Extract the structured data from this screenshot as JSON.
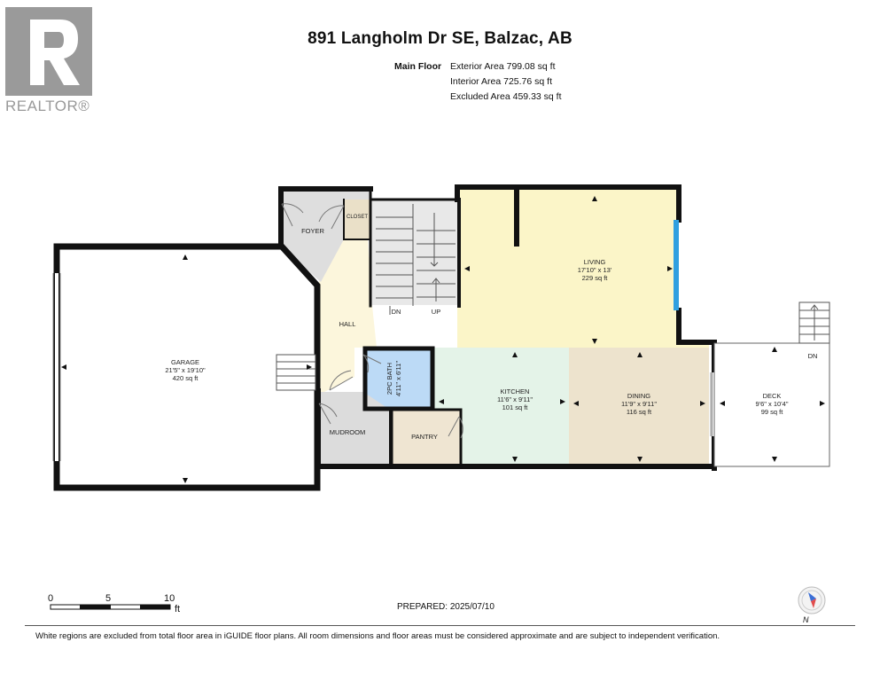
{
  "logo": {
    "wordmark": "REALTOR®",
    "icon": "realtor-r-logo"
  },
  "header": {
    "title": "891 Langholm Dr SE, Balzac, AB"
  },
  "areas": {
    "floor_label": "Main Floor",
    "exterior": "Exterior Area 799.08 sq ft",
    "interior": "Interior Area 725.76 sq ft",
    "excluded": "Excluded Area 459.33 sq ft"
  },
  "rooms": {
    "garage": {
      "name": "GARAGE",
      "dims": "21'5\" x 19'10\"",
      "area": "420 sq ft"
    },
    "living": {
      "name": "LIVING",
      "dims": "17'10\" x 13'",
      "area": "229 sq ft"
    },
    "kitchen": {
      "name": "KITCHEN",
      "dims": "11'6\" x 9'11\"",
      "area": "101 sq ft"
    },
    "dining": {
      "name": "DINING",
      "dims": "11'9\" x 9'11\"",
      "area": "116 sq ft"
    },
    "deck": {
      "name": "DECK",
      "dims": "9'6\" x 10'4\"",
      "area": "99 sq ft"
    },
    "bath": {
      "name": "2PC BATH",
      "dims": "4'11\" x 6'11\""
    },
    "foyer": "FOYER",
    "closet": "CLOSET",
    "hall": "HALL",
    "mudroom": "MUDROOM",
    "pantry": "PANTRY"
  },
  "stairs": {
    "down": "DN",
    "up": "UP",
    "deck_down": "DN"
  },
  "colors": {
    "living": "#fbf5c8",
    "hall": "#fcf6dc",
    "kitchen": "#e4f3e8",
    "dining": "#ede3cd",
    "bath": "#bcdaf6",
    "mudroom": "#dcdcdc",
    "pantry": "#efe5d2",
    "closet": "#eae0c8",
    "foyer": "#dedede",
    "window": "#2f9fe0",
    "wall": "#111111"
  },
  "scale": {
    "ticks": [
      "0",
      "5",
      "10"
    ],
    "unit": "ft"
  },
  "prepared": "PREPARED: 2025/07/10",
  "compass": {
    "north": "N"
  },
  "footer": {
    "disclaimer": "White regions are excluded from total floor area in iGUIDE floor plans. All room dimensions and floor areas must be considered approximate and are subject to independent verification."
  }
}
